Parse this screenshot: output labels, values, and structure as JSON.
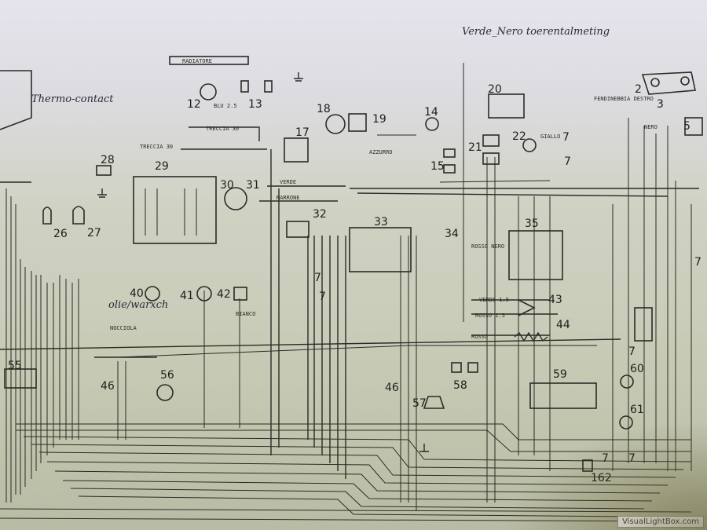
{
  "handwritten": {
    "top_note": "Verde_Nero toerentalmeting",
    "thermo": "Thermo-contact",
    "oil": "olie/warxch"
  },
  "labels": {
    "radiatore": "RADIATORE",
    "treccia_30a": "TRECCIA 30",
    "treccia_30b": "TRECCIA 30",
    "verde": "VERDE",
    "marrone": "MARRONE",
    "nero": "NERO",
    "giallo": "GIALLO",
    "rosso": "ROSSO",
    "nocciola": "NOCCIOLA",
    "fendinebbia": "FENDINEBBIA DESTRO",
    "verde_15": "VERDE 1.5",
    "rosso_15": "ROSSO 1.5",
    "rosso_nero": "ROSSO NERO",
    "blu": "BLU 2.5",
    "azzurro": "AZZURRO",
    "bianco": "BIANCO"
  },
  "components": [
    {
      "id": "n2",
      "num": "2"
    },
    {
      "id": "n3",
      "num": "3"
    },
    {
      "id": "n5",
      "num": "5"
    },
    {
      "id": "n7a",
      "num": "7"
    },
    {
      "id": "n7b",
      "num": "7"
    },
    {
      "id": "n7c",
      "num": "7"
    },
    {
      "id": "n7d",
      "num": "7"
    },
    {
      "id": "n7e",
      "num": "7"
    },
    {
      "id": "n7f",
      "num": "7"
    },
    {
      "id": "n7g",
      "num": "7"
    },
    {
      "id": "n7h",
      "num": "7"
    },
    {
      "id": "n12",
      "num": "12"
    },
    {
      "id": "n13",
      "num": "13"
    },
    {
      "id": "n14",
      "num": "14"
    },
    {
      "id": "n15",
      "num": "15"
    },
    {
      "id": "n17",
      "num": "17"
    },
    {
      "id": "n18",
      "num": "18"
    },
    {
      "id": "n19",
      "num": "19"
    },
    {
      "id": "n20",
      "num": "20"
    },
    {
      "id": "n21",
      "num": "21"
    },
    {
      "id": "n22",
      "num": "22"
    },
    {
      "id": "n26",
      "num": "26"
    },
    {
      "id": "n27",
      "num": "27"
    },
    {
      "id": "n28",
      "num": "28"
    },
    {
      "id": "n29",
      "num": "29"
    },
    {
      "id": "n30",
      "num": "30"
    },
    {
      "id": "n31",
      "num": "31"
    },
    {
      "id": "n32",
      "num": "32"
    },
    {
      "id": "n33",
      "num": "33"
    },
    {
      "id": "n34",
      "num": "34"
    },
    {
      "id": "n35",
      "num": "35"
    },
    {
      "id": "n40",
      "num": "40"
    },
    {
      "id": "n41",
      "num": "41"
    },
    {
      "id": "n42",
      "num": "42"
    },
    {
      "id": "n43",
      "num": "43"
    },
    {
      "id": "n44",
      "num": "44"
    },
    {
      "id": "n46a",
      "num": "46"
    },
    {
      "id": "n46b",
      "num": "46"
    },
    {
      "id": "n55",
      "num": "55"
    },
    {
      "id": "n56",
      "num": "56"
    },
    {
      "id": "n57",
      "num": "57"
    },
    {
      "id": "n58",
      "num": "58"
    },
    {
      "id": "n59",
      "num": "59"
    },
    {
      "id": "n60",
      "num": "60"
    },
    {
      "id": "n61",
      "num": "61"
    },
    {
      "id": "n162",
      "num": "162"
    }
  ],
  "watermark": "VisualLightBox.com"
}
